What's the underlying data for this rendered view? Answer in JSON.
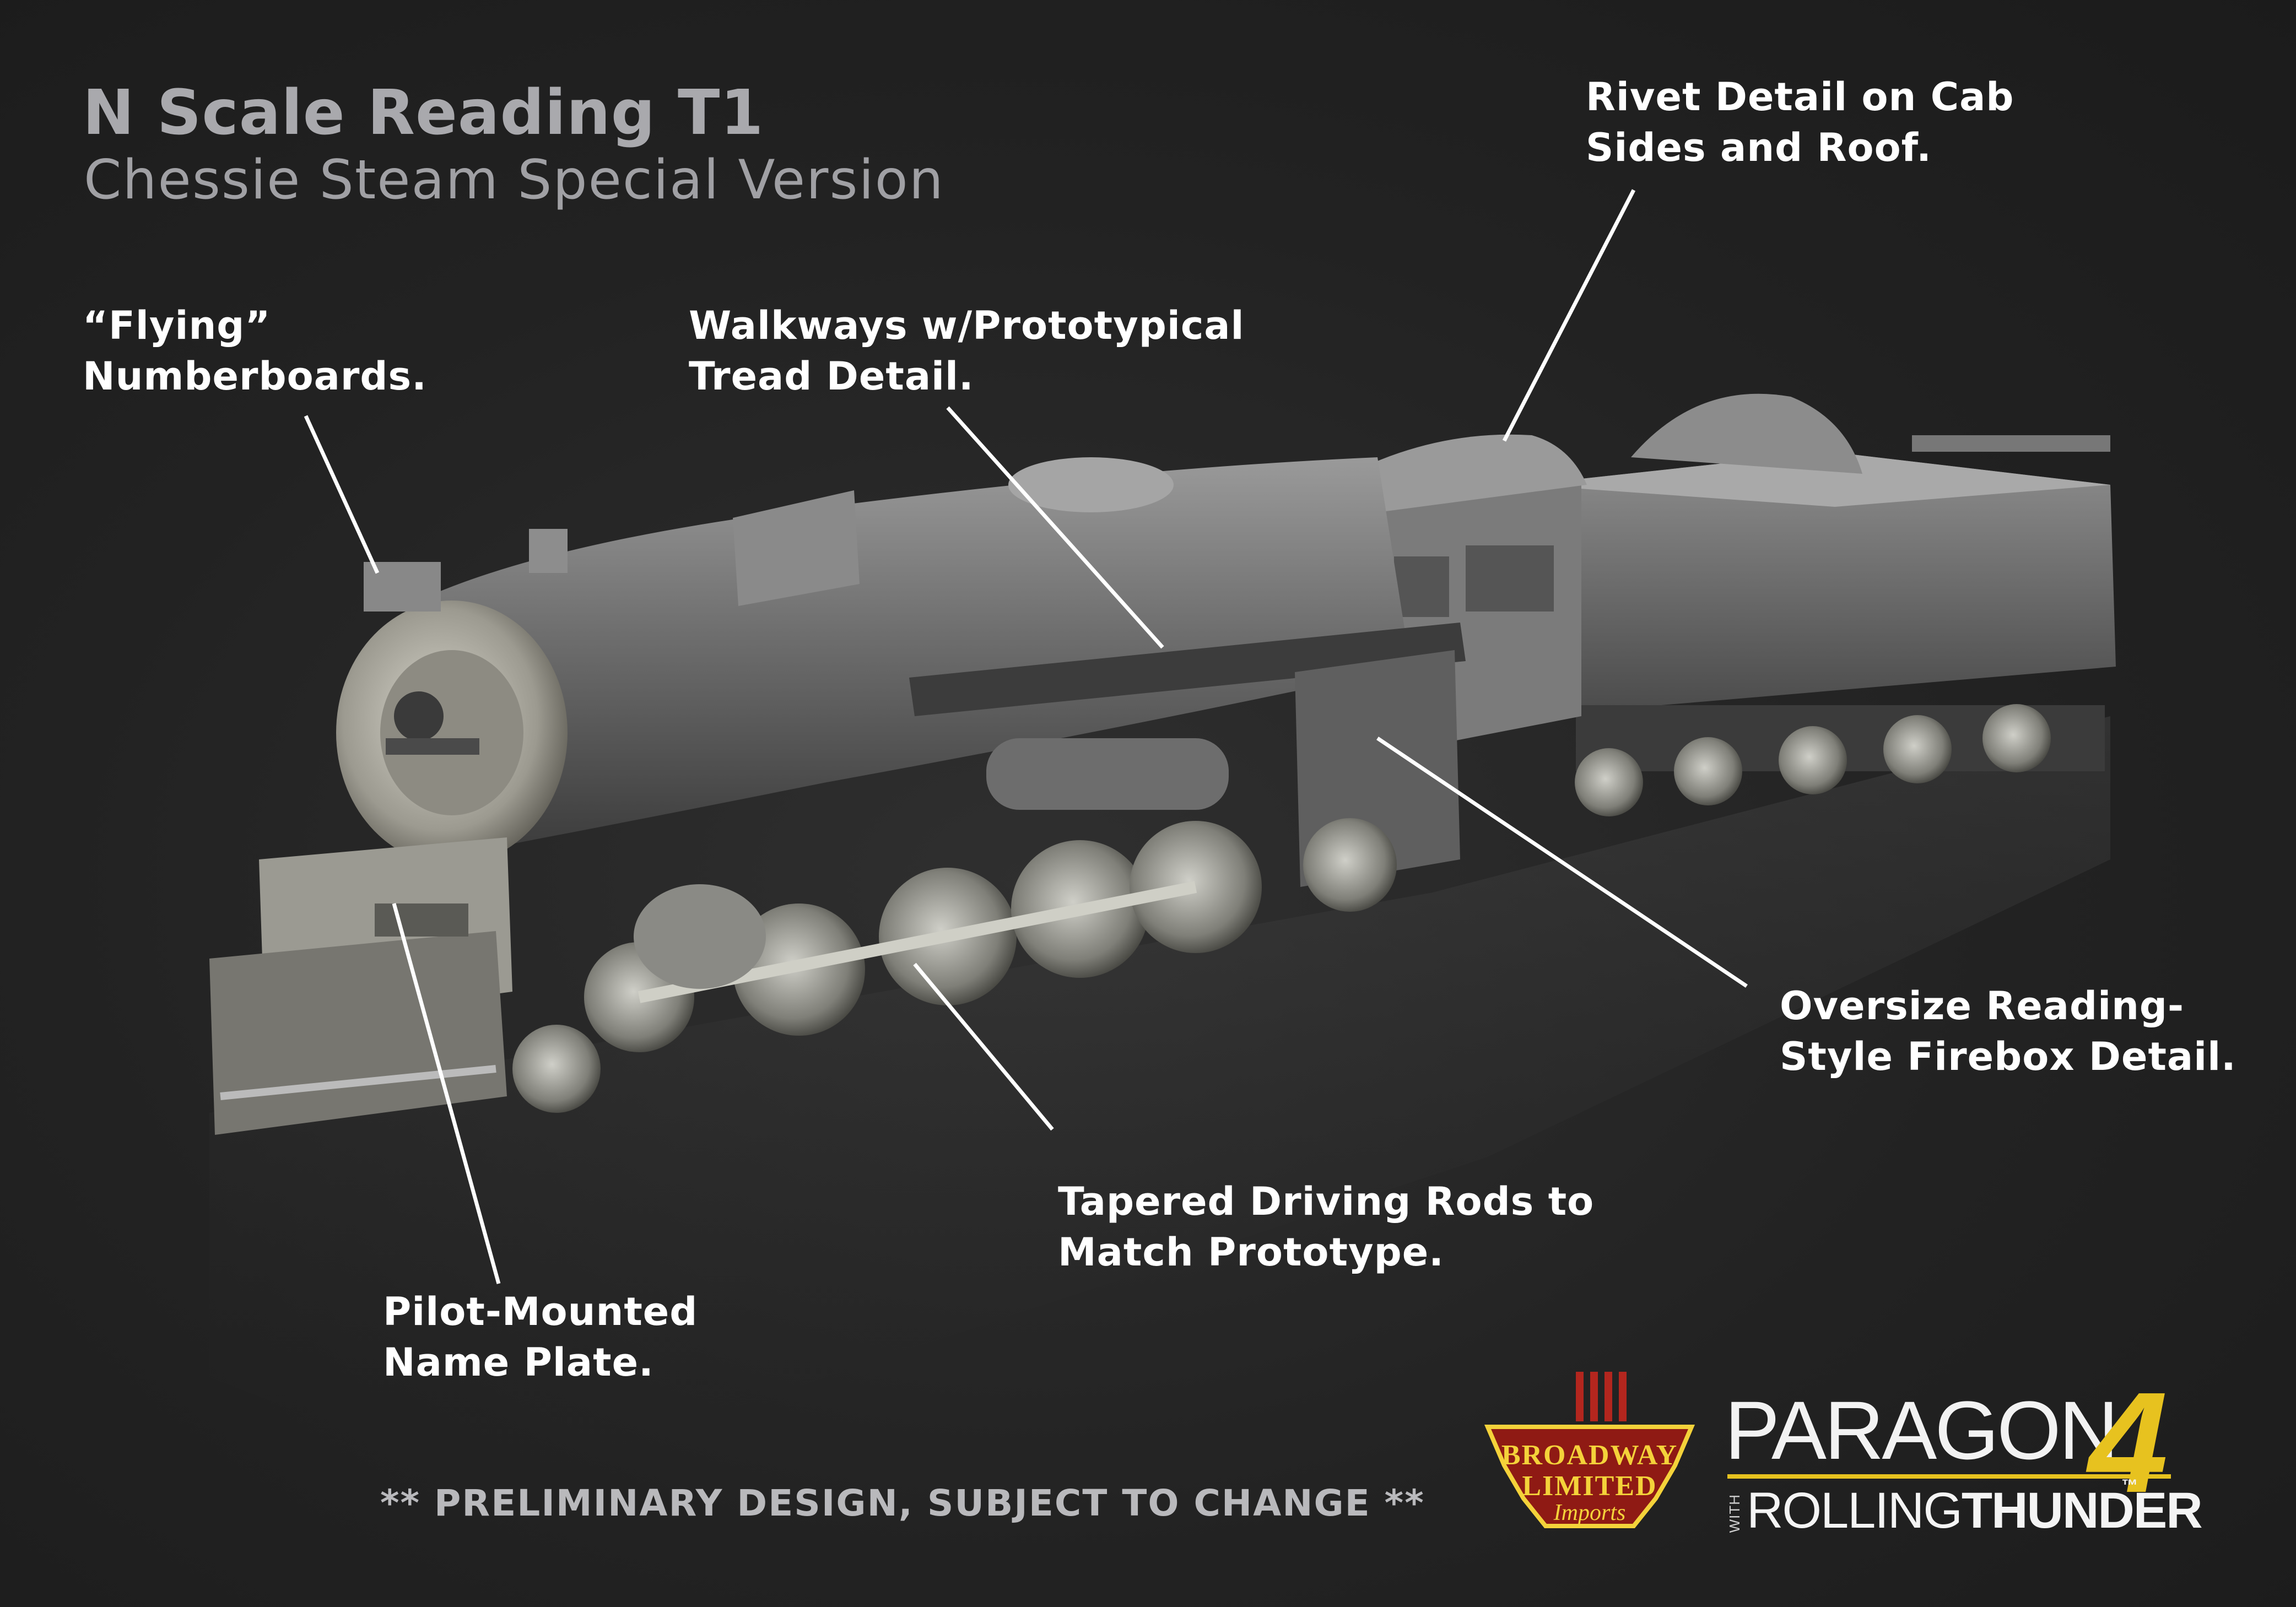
{
  "header": {
    "title": "N Scale Reading T1",
    "subtitle": "Chessie Steam Special Version"
  },
  "callouts": [
    {
      "id": "cab-rivets",
      "lines": [
        "Rivet Detail on Cab",
        "Sides and Roof."
      ]
    },
    {
      "id": "numberboards",
      "lines": [
        "“Flying”",
        "Numberboards."
      ]
    },
    {
      "id": "walkways",
      "lines": [
        "Walkways w/Prototypical",
        "Tread Detail."
      ]
    },
    {
      "id": "firebox",
      "lines": [
        "Oversize Reading-",
        "Style Firebox Detail."
      ]
    },
    {
      "id": "driving-rods",
      "lines": [
        "Tapered Driving Rods to",
        "Match Prototype."
      ]
    },
    {
      "id": "name-plate",
      "lines": [
        "Pilot-Mounted",
        "Name Plate."
      ]
    }
  ],
  "disclaimer": "** PRELIMINARY DESIGN, SUBJECT TO CHANGE **",
  "logos": {
    "bli": {
      "line1": "BROADWAY",
      "line2": "LIMITED",
      "line3": "Imports"
    },
    "paragon": {
      "word": "PARAGON",
      "number": "4",
      "with": "WITH",
      "rolling": "ROLLING",
      "thunder": "THUNDER",
      "trademark": "™"
    }
  },
  "colors": {
    "background": "#222222",
    "title": "#a9a9ad",
    "callout_text": "#ffffff",
    "leader_line": "#ffffff",
    "logo_gold": "#f4d23a",
    "logo_red": "#b3261e",
    "paragon_accent": "#e7c21f"
  },
  "icons": [
    "locomotive-render",
    "bli-logo",
    "paragon4-logo"
  ]
}
